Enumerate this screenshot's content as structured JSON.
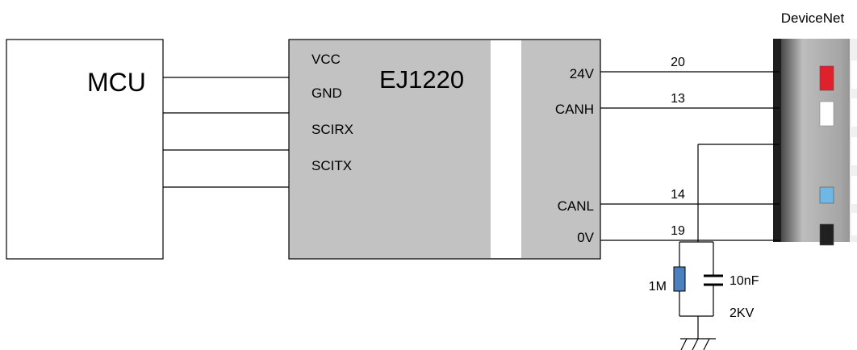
{
  "mcu": {
    "label": "MCU"
  },
  "module": {
    "name": "EJ1220",
    "left_pins": [
      "VCC",
      "GND",
      "SCIRX",
      "SCITX"
    ],
    "right_pins": [
      "24V",
      "CANH",
      "CANL",
      "0V"
    ]
  },
  "connector": {
    "title": "DeviceNet",
    "wires": [
      {
        "signal": "24V",
        "number": "20",
        "color": "#e0202a"
      },
      {
        "signal": "CANH",
        "number": "13",
        "color": "#ffffff"
      },
      {
        "signal": "CANL",
        "number": "14",
        "color": "#6fb8e6"
      },
      {
        "signal": "0V",
        "number": "19",
        "color": "#202020"
      }
    ]
  },
  "filter": {
    "resistor": "1M",
    "capacitor": "10nF",
    "voltage": "2KV",
    "resistor_color": "#4a7fc0"
  }
}
